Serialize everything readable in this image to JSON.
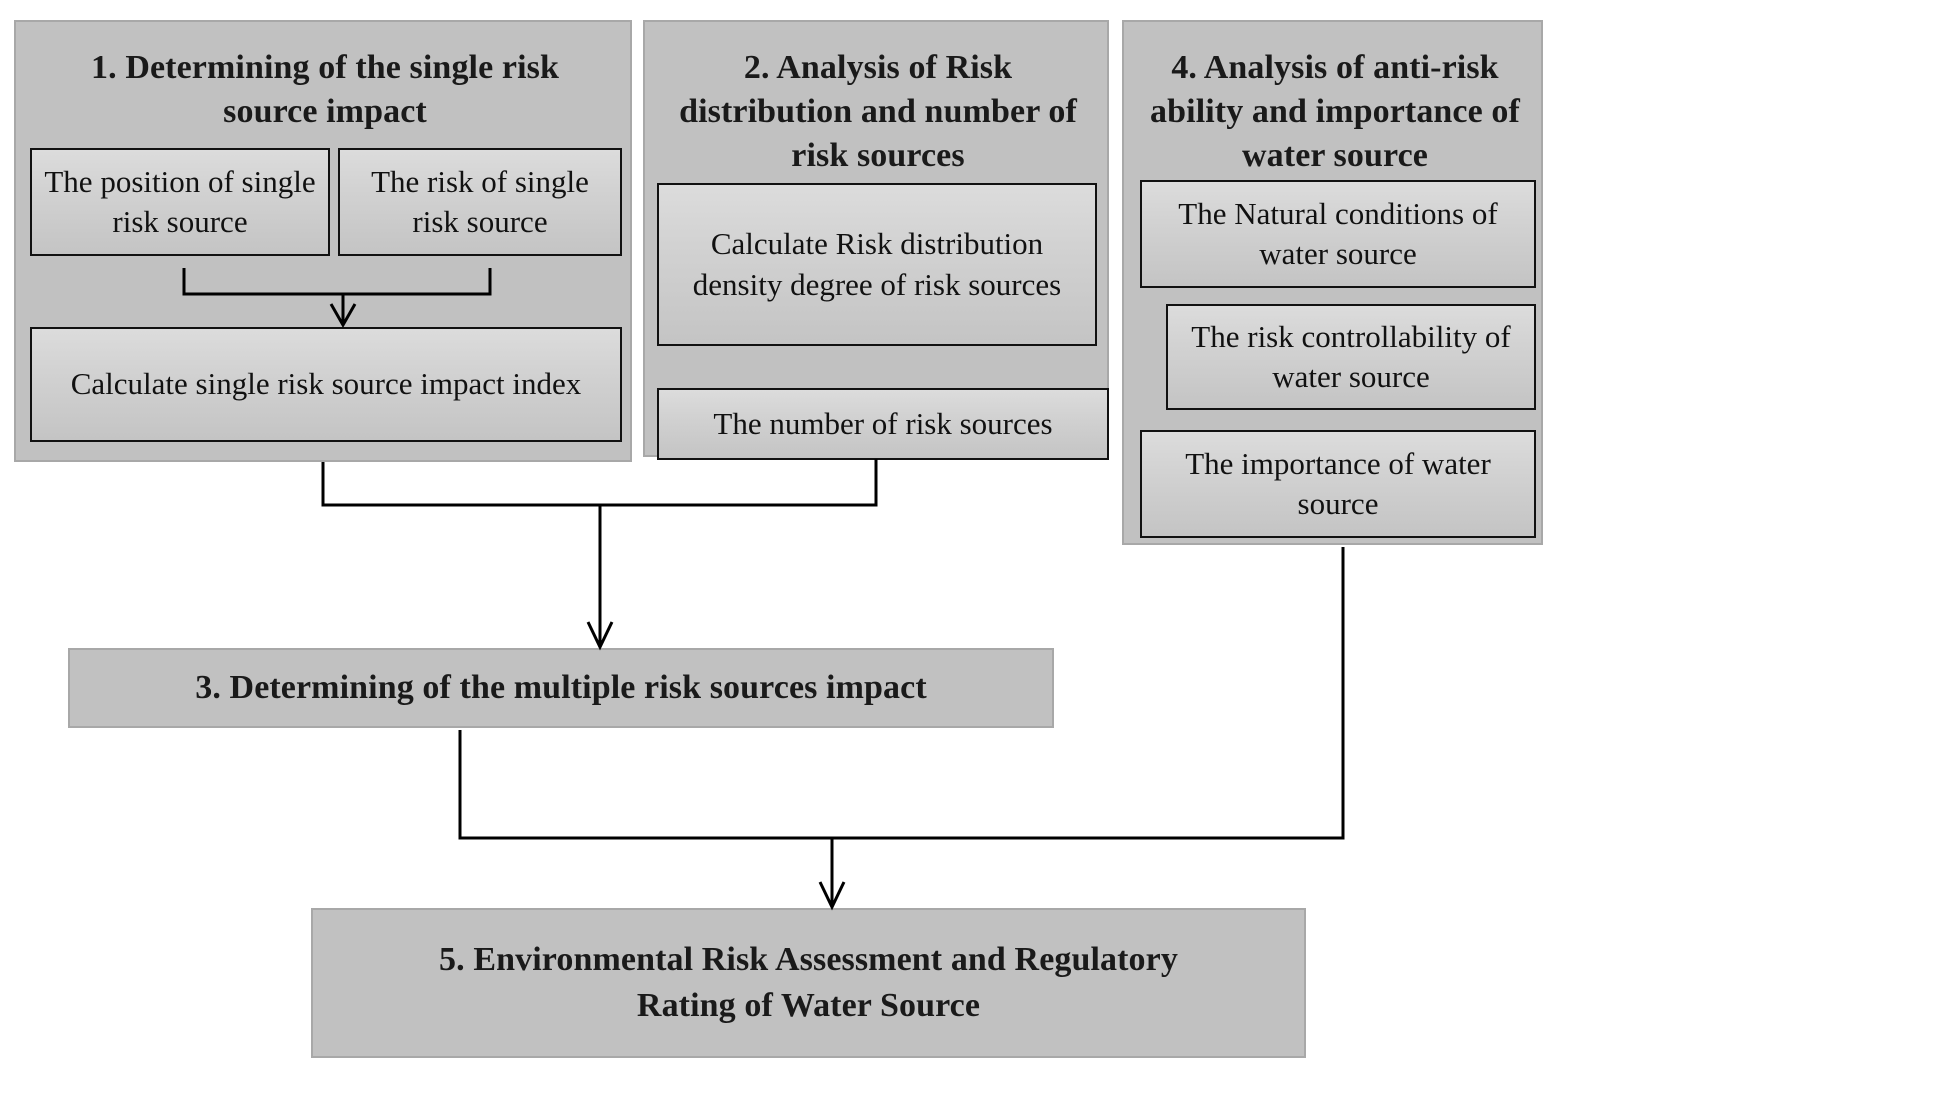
{
  "diagram": {
    "title_implicit": "Environmental risk assessment flowchart for water source",
    "colors": {
      "panel_fill": "#c1c1c1",
      "panel_border": "#a8a8a8",
      "inner_box_border": "#111111",
      "inner_box_fill_top": "#dcdcdc",
      "inner_box_fill_bottom": "#c4c4c4",
      "connector": "#000000",
      "page_background": "#ffffff"
    }
  },
  "panel1": {
    "title": "1. Determining of the single risk source impact",
    "box_position": "The position of single risk source",
    "box_risk": "The risk of single risk source",
    "box_calculate": "Calculate single risk source impact index"
  },
  "panel2": {
    "title": "2. Analysis of Risk distribution  and number of risk sources",
    "box_density": "Calculate Risk distribution density degree of risk sources",
    "box_number": "The number of risk sources"
  },
  "panel4": {
    "title": "4. Analysis of anti-risk ability and importance of water source",
    "box_natural": "The Natural conditions of water source",
    "box_controllability": "The risk controllability of water source",
    "box_importance": "The importance of water source"
  },
  "panel3": {
    "title": "3. Determining of the multiple  risk sources impact"
  },
  "panel5": {
    "title": "5. Environmental  Risk Assessment and Regulatory Rating of Water Source"
  },
  "connectors": [
    {
      "name": "position-and-risk-to-calculate",
      "from": [
        "box_position",
        "box_risk"
      ],
      "to": "box_calculate",
      "arrow": true
    },
    {
      "name": "panel1-and-panel2-to-panel3",
      "from": [
        "panel1",
        "panel2"
      ],
      "to": "panel3",
      "arrow": true
    },
    {
      "name": "panel3-and-panel4-to-panel5",
      "from": [
        "panel3",
        "panel4"
      ],
      "to": "panel5",
      "arrow": true
    }
  ]
}
